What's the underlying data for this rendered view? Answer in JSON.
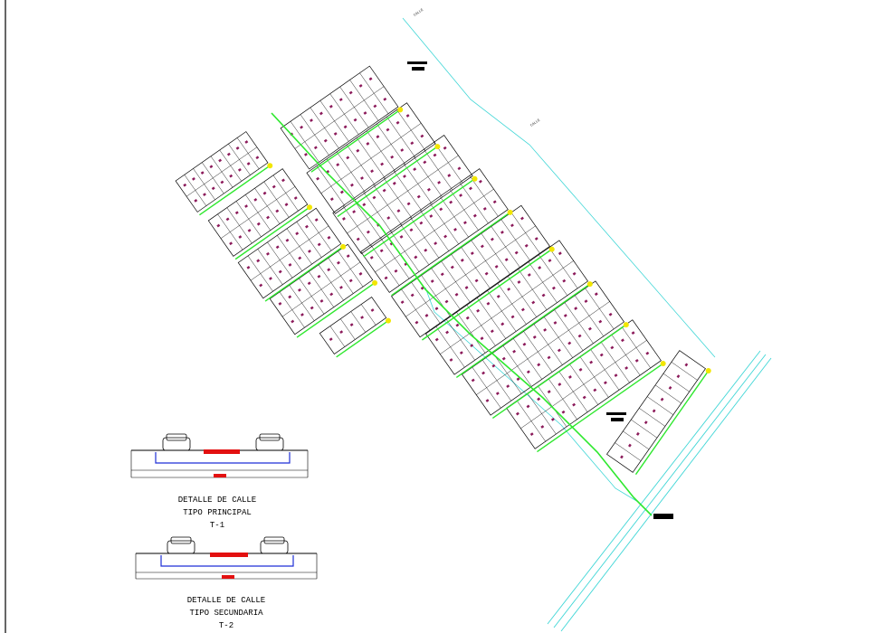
{
  "colors": {
    "background": "#ffffff",
    "border_line": "#000000",
    "lot_line": "#000000",
    "lot_marker": "#8b1a5a",
    "green_network": "#2ee82e",
    "cyan_line": "#3fd6d6",
    "yellow_node": "#f2e600",
    "red_accent": "#e31010",
    "blue_pipe": "#1f2fd6"
  },
  "labels": {
    "calle_top": "CALLE",
    "calle_right": "CALLE"
  },
  "details": [
    {
      "title": "DETALLE DE CALLE",
      "subtitle": "TIPO PRINCIPAL",
      "code": "T-1"
    },
    {
      "title": "DETALLE DE CALLE",
      "subtitle": "TIPO SECUNDARIA",
      "code": "T-2"
    }
  ]
}
